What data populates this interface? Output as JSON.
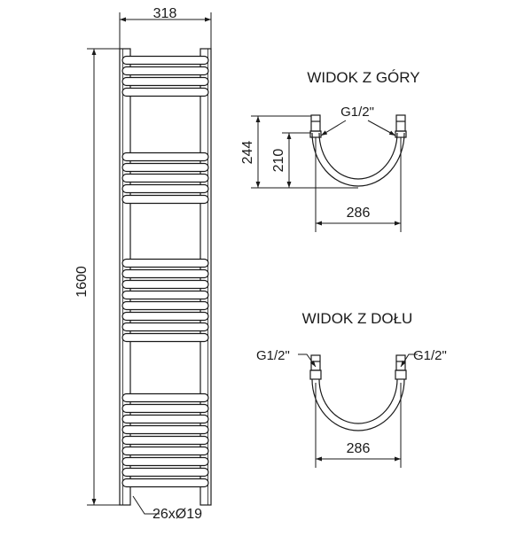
{
  "colors": {
    "line": "#1a1a1a",
    "background": "#ffffff"
  },
  "radiator": {
    "width_label": "318",
    "height_label": "1600",
    "tubes_label": "26xØ19"
  },
  "top_view": {
    "title": "WIDOK Z GÓRY",
    "thread_label": "G1/2\"",
    "depth_outer_label": "244",
    "depth_inner_label": "210",
    "spacing_label": "286"
  },
  "bottom_view": {
    "title": "WIDOK Z DOŁU",
    "thread_left_label": "G1/2\"",
    "thread_right_label": "G1/2\"",
    "spacing_label": "286"
  }
}
